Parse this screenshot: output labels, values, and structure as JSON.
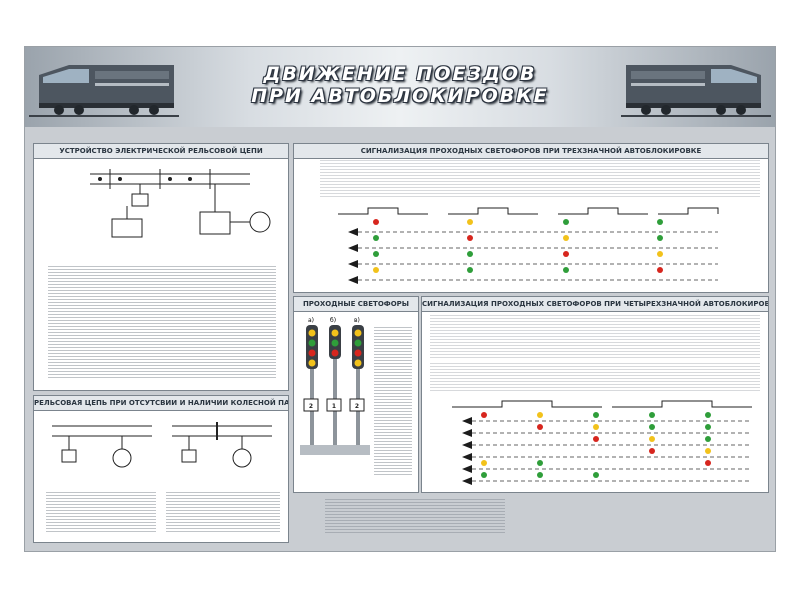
{
  "poster": {
    "title_line1": "ДВИЖЕНИЕ ПОЕЗДОВ",
    "title_line2": "ПРИ АВТОБЛОКИРОВКЕ"
  },
  "panels": {
    "rail_circuit": {
      "title": "УСТРОЙСТВО ЭЛЕКТРИЧЕСКОЙ РЕЛЬСОВОЙ ЦЕПИ"
    },
    "three_aspect": {
      "title": "СИГНАЛИЗАЦИЯ ПРОХОДНЫХ СВЕТОФОРОВ ПРИ ТРЕХЗНАЧНОЙ АВТОБЛОКИРОВКЕ"
    },
    "pass_signals": {
      "title": "ПРОХОДНЫЕ СВЕТОФОРЫ",
      "labels": [
        "а)",
        "б)",
        "в)"
      ],
      "plate_numbers": [
        "2",
        "1",
        "2"
      ]
    },
    "four_aspect": {
      "title": "СИГНАЛИЗАЦИЯ ПРОХОДНЫХ СВЕТОФОРОВ ПРИ ЧЕТЫРЕХЗНАЧНОЙ АВТОБЛОКИРОВКЕ"
    },
    "wheel_pair": {
      "title": "РЕЛЬСОВАЯ ЦЕПЬ ПРИ ОТСУТСВИИ И НАЛИЧИИ КОЛЕСНОЙ ПАРЫ"
    }
  },
  "colors": {
    "red": "#d7261e",
    "yellow": "#f2c21b",
    "green": "#2f9e3a",
    "dark_lamp": "#3a3f45",
    "arrow": "#1c1c1c",
    "header_bg": "#c9cdd2"
  },
  "icons": [
    "locomotive-icon",
    "signal-mast-icon",
    "train-arrow-icon"
  ]
}
